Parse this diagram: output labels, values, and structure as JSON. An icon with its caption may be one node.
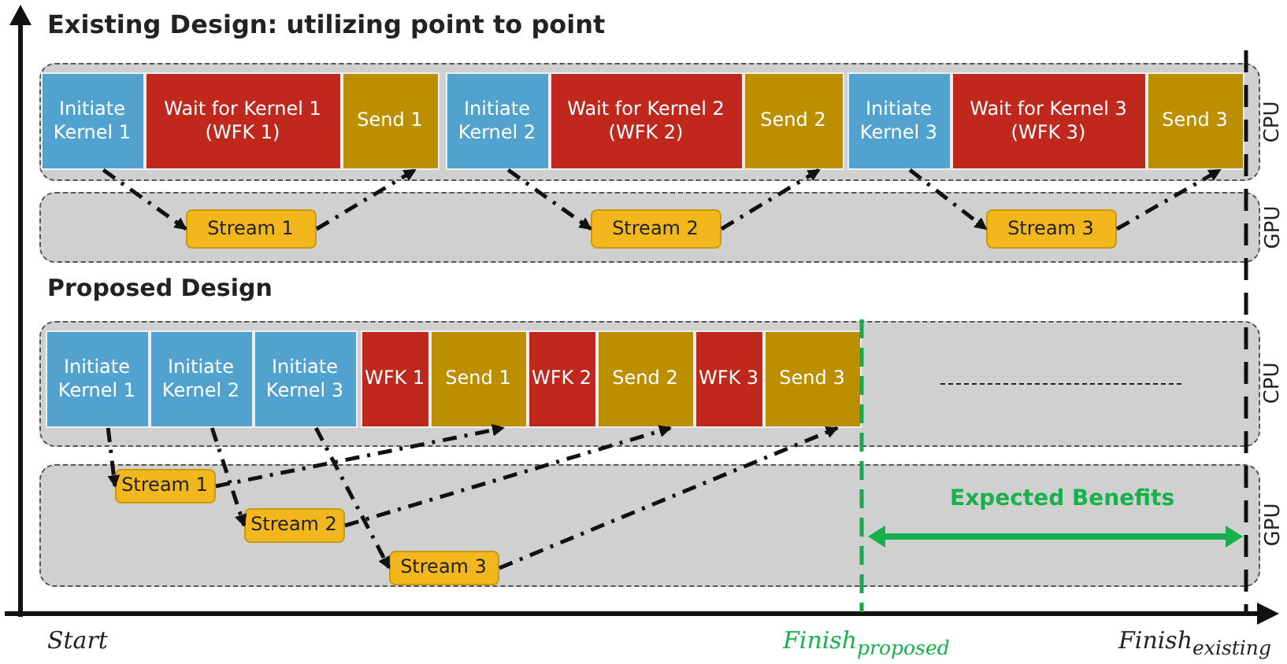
{
  "diagram": {
    "nodes": [
      {
        "text": [
          "CPU"
        ]
      },
      {
        "text": [
          "Initiate Kernel 1"
        ],
        "in": 0
      },
      {
        "text": [
          "Wait for Kernel 1 (WFK 1)"
        ],
        "in": 0
      },
      {
        "text": [
          "Send 1"
        ],
        "in": 0
      },
      {
        "text": [
          "Initiate Kernel 2"
        ],
        "in": 0
      },
      {
        "text": [
          "Wait for Kernel 2 (WFK 2)"
        ],
        "in": 0
      },
      {
        "text": [
          "Send 2"
        ],
        "in": 0
      },
      {
        "text": [
          "Initiate Kernel 3"
        ],
        "in": 0
      },
      {
        "text": [
          "Wait for Kernel 3 (WFK 3)"
        ],
        "in": 0
      },
      {
        "text": [
          "Send 3"
        ],
        "in": 0
      },
      {
        "text": [
          "GPU"
        ]
      },
      {
        "text": [
          "Stream 1"
        ],
        "in": 10
      },
      {
        "text": [
          "Stream 2"
        ],
        "in": 10
      },
      {
        "text": [
          "Stream 3"
        ],
        "in": 10
      },
      {
        "text": [
          "CPU"
        ]
      },
      {
        "text": [
          "Initiate Kernel 1"
        ],
        "in": 14
      },
      {
        "text": [
          "Initiate Kernel 2"
        ],
        "in": 14
      },
      {
        "text": [
          "Initiate Kernel 3"
        ],
        "in": 14
      },
      {
        "text": [
          "WFK 1"
        ],
        "in": 14
      },
      {
        "text": [
          "Send 1"
        ],
        "in": 14
      },
      {
        "text": [
          "WFK 2"
        ],
        "in": 14
      },
      {
        "text": [
          "Send 2"
        ],
        "in": 14
      },
      {
        "text": [
          "WFK 3"
        ],
        "in": 14
      },
      {
        "text": [
          "Send 3"
        ],
        "in": 14
      },
      {
        "text": [
          "GPU"
        ]
      },
      {
        "text": [
          "Stream 1"
        ],
        "in": 24
      },
      {
        "text": [
          "Stream 2"
        ],
        "in": 24
      },
      {
        "text": [
          "Stream 3"
        ],
        "in": 24
      }
    ],
    "edges": [
      {
        "from": 1,
        "to": 11,
        "arrow": "to",
        "style": "dashed"
      },
      {
        "from": 11,
        "to": 3,
        "arrow": "to",
        "style": "dashed"
      },
      {
        "from": 4,
        "to": 12,
        "arrow": "to",
        "style": "dashed"
      },
      {
        "from": 12,
        "to": 6,
        "arrow": "to",
        "style": "dashed"
      },
      {
        "from": 7,
        "to": 13,
        "arrow": "to",
        "style": "dashed"
      },
      {
        "from": 13,
        "to": 9,
        "arrow": "to",
        "style": "dashed"
      },
      {
        "from": 15,
        "to": 25,
        "arrow": "to",
        "style": "dashed"
      },
      {
        "from": 16,
        "to": 26,
        "arrow": "to",
        "style": "dashed"
      },
      {
        "from": 17,
        "to": 27,
        "arrow": "to",
        "style": "dashed"
      },
      {
        "from": 25,
        "to": 19,
        "arrow": "to",
        "style": "dashed"
      },
      {
        "from": 26,
        "to": 21,
        "arrow": "to",
        "style": "dashed"
      },
      {
        "from": 27,
        "to": 23,
        "arrow": "to",
        "style": "dashed"
      }
    ],
    "labels": [
      "Existing Design: utilizing point to point",
      "Proposed Design",
      "Expected Benefits",
      "Start",
      "Finish$_{proposed}$",
      "Finish$_{existing}$"
    ]
  }
}
